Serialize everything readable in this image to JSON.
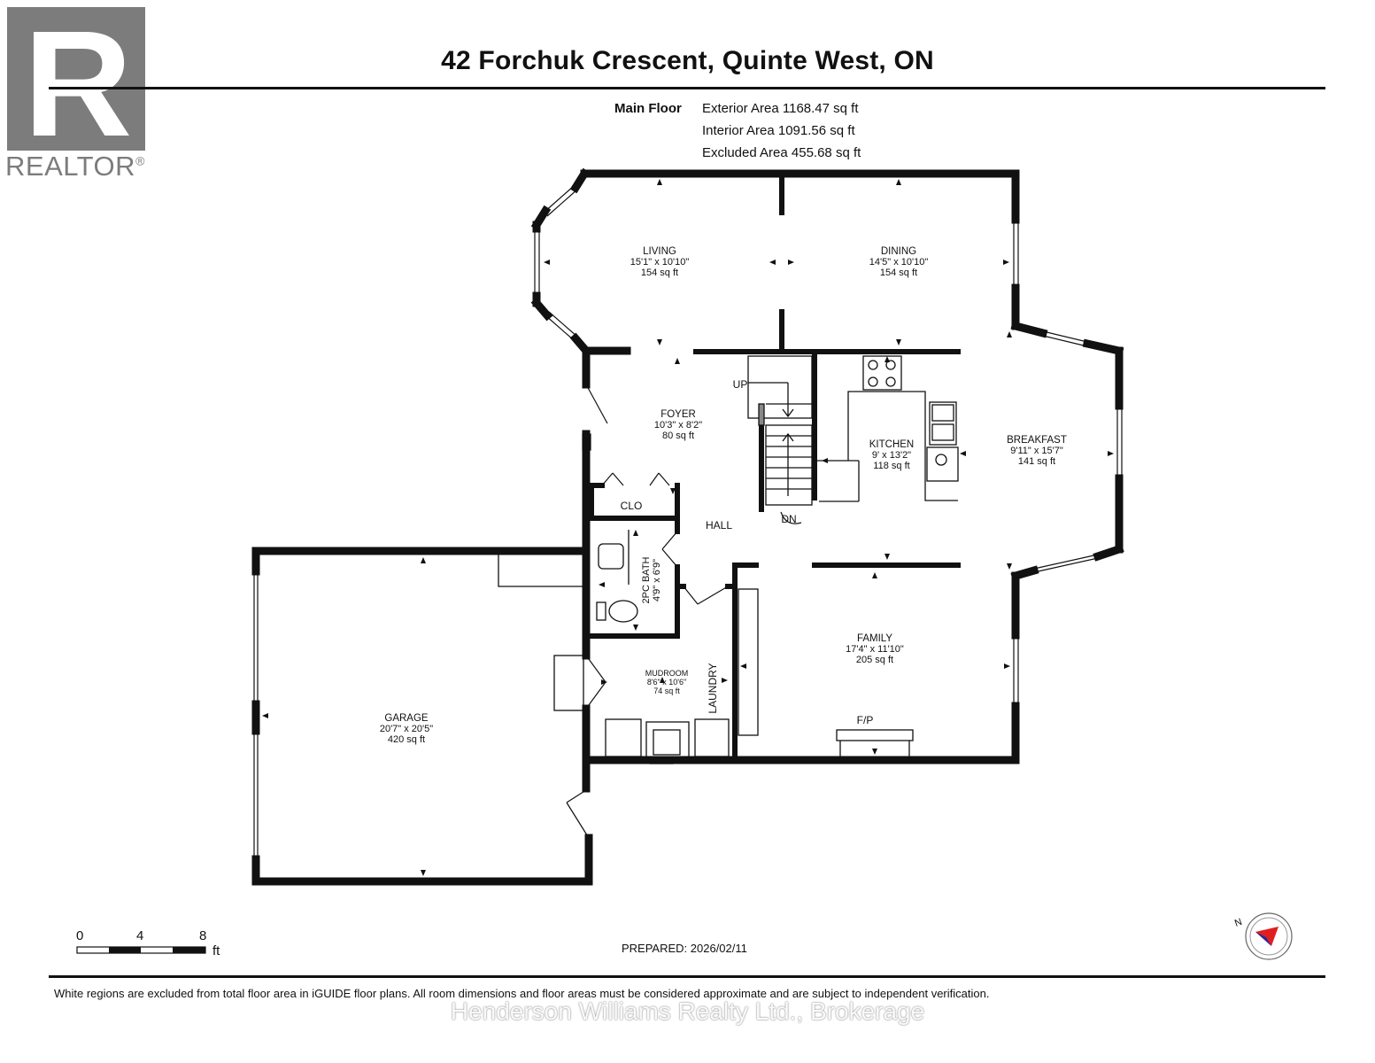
{
  "header": {
    "title": "42 Forchuk Crescent, Quinte West, ON",
    "floor_label": "Main Floor",
    "areas": [
      "Exterior Area 1168.47 sq ft",
      "Interior Area 1091.56 sq ft",
      "Excluded Area 455.68 sq ft"
    ]
  },
  "logo": {
    "text": "REALTOR",
    "mark": "®",
    "letter": "R",
    "color": "#7c7c7c"
  },
  "rooms": {
    "living": {
      "name": "LIVING",
      "dims": "15'1\" x 10'10\"",
      "area": "154 sq ft"
    },
    "dining": {
      "name": "DINING",
      "dims": "14'5\" x 10'10\"",
      "area": "154 sq ft"
    },
    "foyer": {
      "name": "FOYER",
      "dims": "10'3\" x 8'2\"",
      "area": "80 sq ft"
    },
    "kitchen": {
      "name": "KITCHEN",
      "dims": "9' x 13'2\"",
      "area": "118 sq ft"
    },
    "breakfast": {
      "name": "BREAKFAST",
      "dims": "9'11\" x 15'7\"",
      "area": "141 sq ft"
    },
    "garage": {
      "name": "GARAGE",
      "dims": "20'7\" x 20'5\"",
      "area": "420 sq ft"
    },
    "mudroom": {
      "name": "MUDROOM",
      "dims": "8'6\" x 10'6\"",
      "area": "74 sq ft"
    },
    "family": {
      "name": "FAMILY",
      "dims": "17'4\" x 11'10\"",
      "area": "205 sq ft"
    },
    "bath": {
      "name": "2PC BATH",
      "dims": "4'9\" x 6'9\""
    }
  },
  "labels": {
    "clo": "CLO",
    "hall": "HALL",
    "up": "UP",
    "dn": "DN",
    "laundry": "LAUNDRY",
    "fp": "F/P"
  },
  "scale": {
    "ticks": [
      "0",
      "4",
      "8"
    ],
    "unit": "ft"
  },
  "compass": {
    "label": "N",
    "color": "#e02020"
  },
  "prepared": "PREPARED: 2026/02/11",
  "disclaimer": "White regions are excluded from total floor area in iGUIDE floor plans. All room dimensions and floor areas must be considered approximate and are subject to independent verification.",
  "watermark": "Henderson Williams Realty Ltd., Brokerage"
}
